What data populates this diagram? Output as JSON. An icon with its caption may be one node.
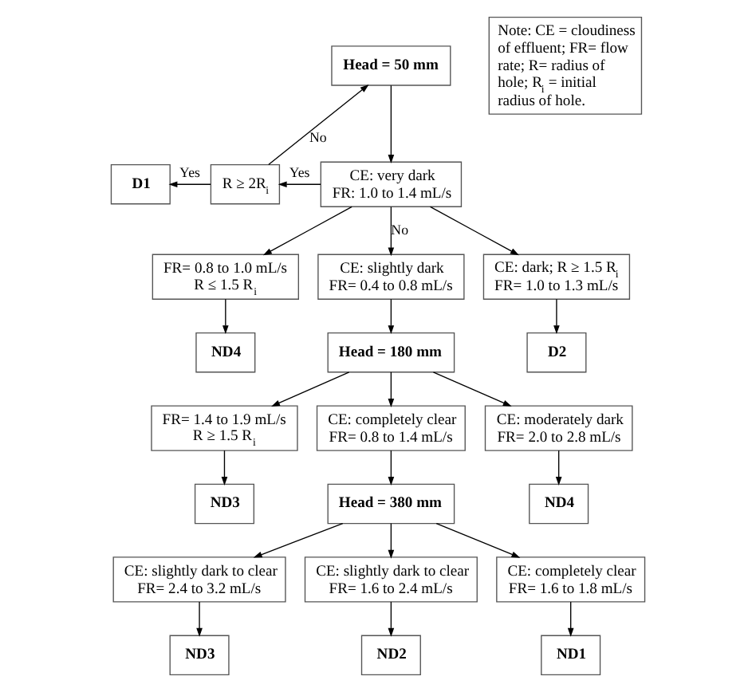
{
  "diagram": {
    "nodes": [
      {
        "text": [
          "Head = 50 mm"
        ]
      },
      {
        "text": [
          "Note: CE = cloudiness of effluent; FR= flow rate; R= radius of hole; R$_{i}$ = initial radius of hole."
        ]
      },
      {
        "text": [
          "D1"
        ]
      },
      {
        "text": [
          "R ≥ 2R$_{i}$"
        ]
      },
      {
        "text": [
          "CE: very dark",
          "FR: 1.0 to 1.4 mL/s"
        ]
      },
      {
        "text": [
          "FR= 0.8 to 1.0 mL/s",
          "R ≤ 1.5 R$_{i}$"
        ]
      },
      {
        "text": [
          "CE: slightly dark",
          "FR= 0.4 to 0.8 mL/s"
        ]
      },
      {
        "text": [
          "CE: dark; R ≥ 1.5 R$_{i}$",
          "FR= 1.0 to 1.3 mL/s"
        ]
      },
      {
        "text": [
          "ND4"
        ]
      },
      {
        "text": [
          "Head = 180 mm"
        ]
      },
      {
        "text": [
          "D2"
        ]
      },
      {
        "text": [
          "FR= 1.4 to 1.9 mL/s",
          "R ≥ 1.5 R$_{i}$"
        ]
      },
      {
        "text": [
          "CE: completely clear",
          "FR= 0.8 to 1.4 mL/s"
        ]
      },
      {
        "text": [
          "CE: moderately dark",
          "FR= 2.0 to 2.8 mL/s"
        ]
      },
      {
        "text": [
          "ND3"
        ]
      },
      {
        "text": [
          "Head = 380 mm"
        ]
      },
      {
        "text": [
          "ND4"
        ]
      },
      {
        "text": [
          "CE: slightly dark to clear",
          "FR= 2.4 to 3.2 mL/s"
        ]
      },
      {
        "text": [
          "CE: slightly dark to clear",
          "FR= 1.6 to 2.4 mL/s"
        ]
      },
      {
        "text": [
          "CE: completely clear",
          "FR= 1.6 to 1.8 mL/s"
        ]
      },
      {
        "text": [
          "ND3"
        ]
      },
      {
        "text": [
          "ND2"
        ]
      },
      {
        "text": [
          "ND1"
        ]
      }
    ],
    "edges": [
      {
        "from": 0,
        "to": 4,
        "arrow": "to"
      },
      {
        "from": 4,
        "to": 3,
        "arrow": "to",
        "label": "Yes"
      },
      {
        "from": 3,
        "to": 2,
        "arrow": "to",
        "label": "Yes"
      },
      {
        "from": 3,
        "to": 0,
        "arrow": "to",
        "label": "No"
      },
      {
        "from": 4,
        "to": 5,
        "arrow": "to"
      },
      {
        "from": 4,
        "to": 6,
        "arrow": "to",
        "label": "No"
      },
      {
        "from": 4,
        "to": 7,
        "arrow": "to"
      },
      {
        "from": 5,
        "to": 8,
        "arrow": "to"
      },
      {
        "from": 6,
        "to": 9,
        "arrow": "to"
      },
      {
        "from": 7,
        "to": 10,
        "arrow": "to"
      },
      {
        "from": 9,
        "to": 11,
        "arrow": "to"
      },
      {
        "from": 9,
        "to": 12,
        "arrow": "to"
      },
      {
        "from": 9,
        "to": 13,
        "arrow": "to"
      },
      {
        "from": 11,
        "to": 14,
        "arrow": "to"
      },
      {
        "from": 12,
        "to": 15,
        "arrow": "to"
      },
      {
        "from": 13,
        "to": 16,
        "arrow": "to"
      },
      {
        "from": 15,
        "to": 17,
        "arrow": "to"
      },
      {
        "from": 15,
        "to": 18,
        "arrow": "to"
      },
      {
        "from": 15,
        "to": 19,
        "arrow": "to"
      },
      {
        "from": 17,
        "to": 20,
        "arrow": "to"
      },
      {
        "from": 18,
        "to": 21,
        "arrow": "to"
      },
      {
        "from": 19,
        "to": 22,
        "arrow": "to"
      }
    ]
  }
}
